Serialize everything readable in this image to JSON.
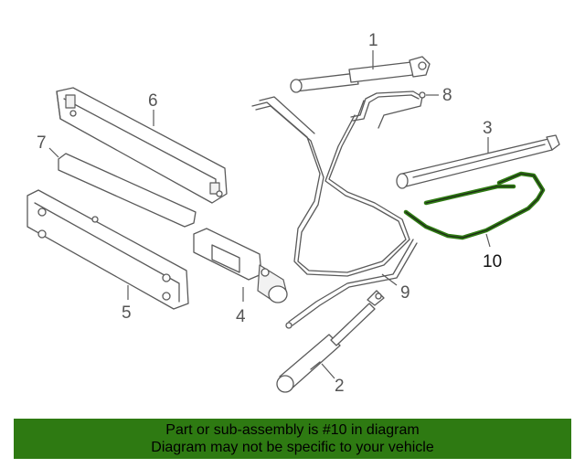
{
  "diagram": {
    "callouts": [
      "1",
      "2",
      "3",
      "4",
      "5",
      "6",
      "7",
      "8",
      "9",
      "10"
    ],
    "highlighted_part": "10",
    "highlight_color": "#2e7a12",
    "line_color": "#5a5a5a"
  },
  "banner": {
    "line1": "Part or sub-assembly is #10 in diagram",
    "line2": "Diagram may not be specific to your vehicle",
    "background": "#2e7a12"
  }
}
